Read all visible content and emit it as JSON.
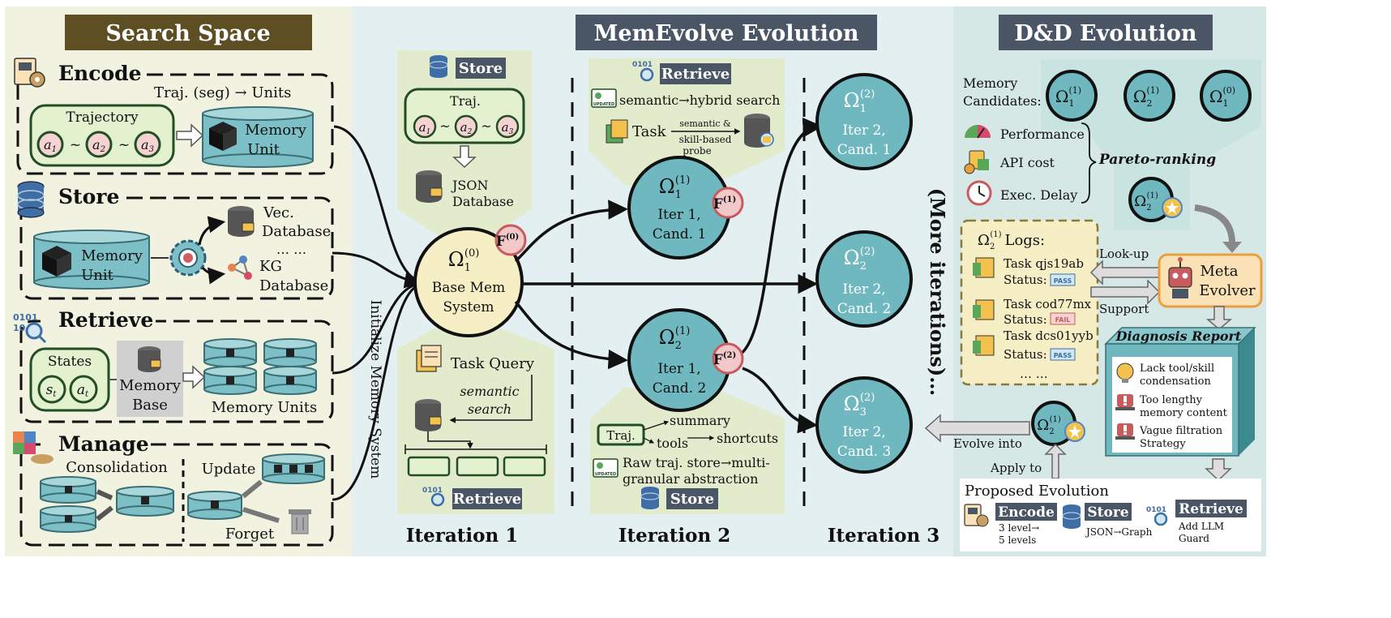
{
  "colors": {
    "left_bg": "#f1f3e0",
    "mid_bg": "#e3eff1",
    "right_bg": "#d6e8e5",
    "teal": "#6fb8bf",
    "teal_dark": "#3c6f74",
    "cream": "#f6efc6",
    "green_box": "#e3f1cf",
    "green_stroke": "#234d25",
    "navy_title": "#4a5566",
    "olive_title": "#5d4f23",
    "red": "#c75b5e",
    "orange_box": "#fbe1b6"
  },
  "search_space": {
    "title": "Search Space",
    "encode": {
      "label": "Encode",
      "icon": "encode-icon",
      "caption": "Traj. (seg) → Units",
      "trajectory_label": "Trajectory",
      "a1": "a",
      "a1_sub": "1",
      "a2": "a",
      "a2_sub": "2",
      "a3": "a",
      "a3_sub": "3",
      "tilde": "~",
      "memory_unit": [
        "Memory",
        "Unit"
      ]
    },
    "store": {
      "label": "Store",
      "icon": "database-icon",
      "memory_unit": [
        "Memory",
        "Unit"
      ],
      "vec_db": [
        "Vec.",
        "Database"
      ],
      "dots": "… …",
      "kg_db": [
        "KG",
        "Database"
      ]
    },
    "retrieve": {
      "label": "Retrieve",
      "icon": "binary-search-icon",
      "states_label": "States",
      "s": "s",
      "s_sub": "t",
      "a": "a",
      "a_sub": "t",
      "memory_base": [
        "Memory",
        "Base"
      ],
      "memory_units": "Memory Units"
    },
    "manage": {
      "label": "Manage",
      "icon": "puzzle-handshake-icon",
      "consolidation": "Consolidation",
      "update": "Update",
      "forget": "Forget"
    }
  },
  "memevolve": {
    "title": "MemEvolve Evolution",
    "initialize_label": "Initialize Memory System",
    "store_panel": {
      "label": "Store",
      "traj": "Traj.",
      "a1": "a",
      "a1_sub": "1",
      "a2": "a",
      "a2_sub": "2",
      "a3": "a",
      "a3_sub": "3",
      "tilde": "~",
      "db": [
        "JSON",
        "Database"
      ]
    },
    "base_node": {
      "omega": "Ω",
      "sub": "1",
      "sup": "(0)",
      "lines": [
        "Base Mem",
        "System"
      ],
      "badge": "F",
      "badge_sup": "(0)"
    },
    "retrieve_panel_1": {
      "label": "Retrieve",
      "task_query": "Task Query",
      "search": [
        "semantic",
        "search"
      ]
    },
    "retrieve_panel_2": {
      "label": "Retrieve",
      "line1": "semantic→hybrid search",
      "task": "Task",
      "probe": [
        "semantic &",
        "skill-based",
        "probe"
      ]
    },
    "iter1_nodes": [
      {
        "omega": "Ω",
        "sub": "1",
        "sup": "(1)",
        "lines": [
          "Iter 1,",
          "Cand. 1"
        ],
        "badge": "F",
        "badge_sup": "(1)"
      },
      {
        "omega": "Ω",
        "sub": "2",
        "sup": "(1)",
        "lines": [
          "Iter 1,",
          "Cand. 2"
        ],
        "badge": "F",
        "badge_sup": "(2)"
      }
    ],
    "store_panel_2": {
      "traj": "Traj.",
      "summary": "summary",
      "tools": "tools",
      "shortcuts": "shortcuts",
      "line1": "Raw traj. store→multi-",
      "line2": "granular abstraction",
      "label": "Store"
    },
    "iter2_nodes": [
      {
        "omega": "Ω",
        "sub": "1",
        "sup": "(2)",
        "lines": [
          "Iter 2,",
          "Cand. 1"
        ]
      },
      {
        "omega": "Ω",
        "sub": "2",
        "sup": "(2)",
        "lines": [
          "Iter 2,",
          "Cand. 2"
        ]
      },
      {
        "omega": "Ω",
        "sub": "3",
        "sup": "(2)",
        "lines": [
          "Iter 2,",
          "Cand. 3"
        ]
      }
    ],
    "more_iterations": "(More iterations)…",
    "iteration_labels": [
      "Iteration 1",
      "Iteration 2",
      "Iteration 3"
    ]
  },
  "dd": {
    "title": "D&D Evolution",
    "memory_candidates": [
      "Memory",
      "Candidates:"
    ],
    "candidates": [
      {
        "omega": "Ω",
        "sub": "1",
        "sup": "(1)"
      },
      {
        "omega": "Ω",
        "sub": "2",
        "sup": "(1)"
      },
      {
        "omega": "Ω",
        "sub": "1",
        "sup": "(0)"
      }
    ],
    "criteria": [
      "Performance",
      "API cost",
      "Exec. Delay"
    ],
    "pareto": "Pareto-ranking",
    "winner": {
      "omega": "Ω",
      "sub": "2",
      "sup": "(1)"
    },
    "logs": {
      "omega": "Ω",
      "sub": "2",
      "sup": "(1)",
      "title": "Logs:",
      "tasks": [
        {
          "task": "Task qjs19ab",
          "status": "Status:",
          "badge": "PASS"
        },
        {
          "task": "Task cod77mx",
          "status": "Status:",
          "badge": "FAIL"
        },
        {
          "task": "Task dcs01yyb",
          "status": "Status:",
          "badge": "PASS"
        }
      ],
      "dots": "… …"
    },
    "lookup": "Look-up",
    "support": "Support",
    "meta_evolver": [
      "Meta",
      "Evolver"
    ],
    "diagnosis": {
      "title": "Diagnosis Report",
      "items": [
        [
          "Lack tool/skill",
          "condensation"
        ],
        [
          "Too lengthy",
          "memory content"
        ],
        [
          "Vague filtration",
          "Strategy"
        ]
      ]
    },
    "evolve_into": "Evolve into",
    "apply_to": "Apply to",
    "proposed": {
      "title": "Proposed Evolution",
      "encode": "Encode",
      "encode_desc": [
        "3 level→",
        "5 levels"
      ],
      "store": "Store",
      "store_desc": "JSON→Graph",
      "retrieve": "Retrieve",
      "retrieve_desc": [
        "Add LLM",
        "Guard"
      ]
    }
  }
}
